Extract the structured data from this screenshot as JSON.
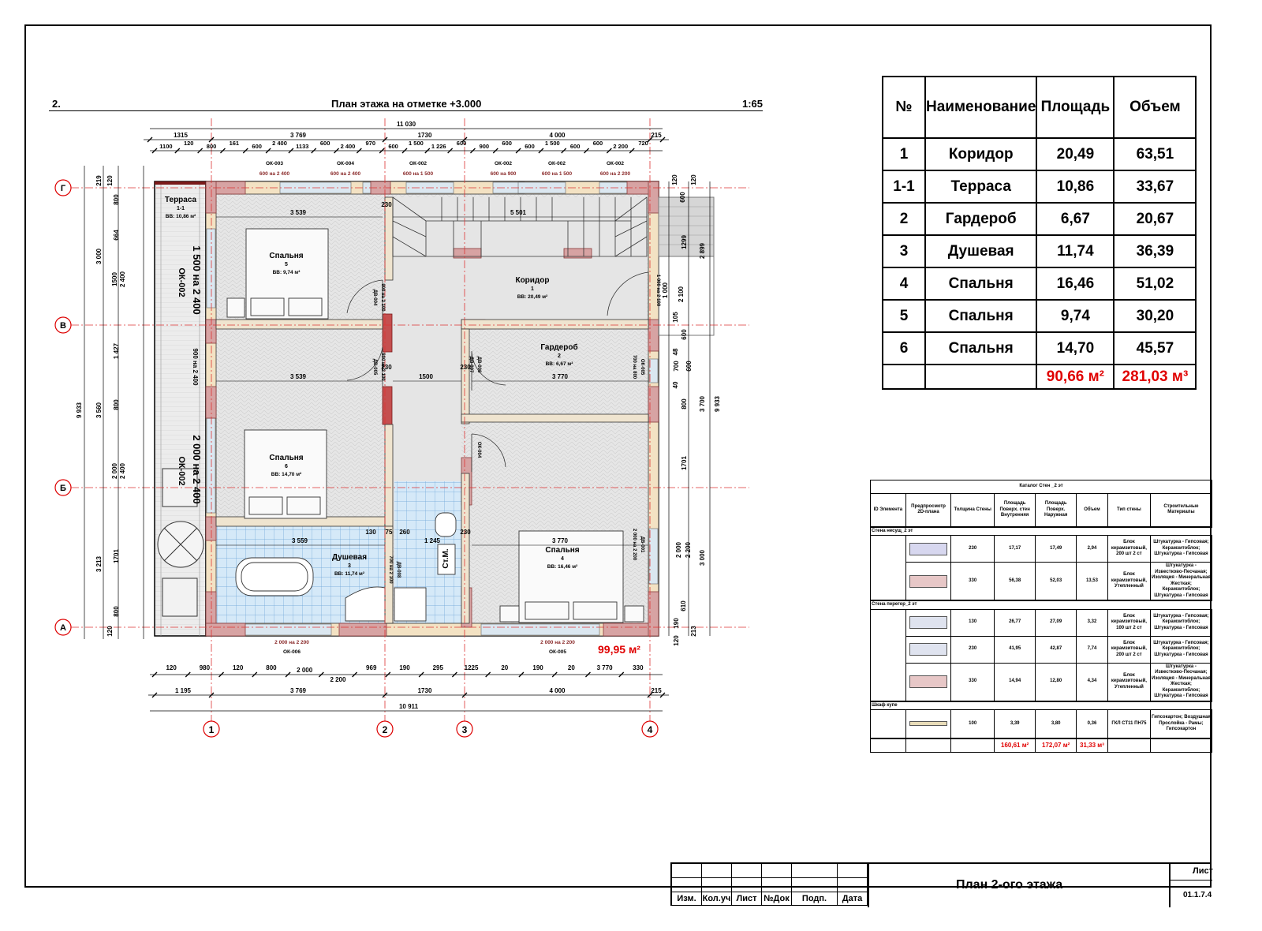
{
  "plan": {
    "number": "2.",
    "title": "План этажа на отметке +3.000",
    "scale": "1:65",
    "total_area": "99,95 м²",
    "axes_h": [
      "1",
      "2",
      "3",
      "4"
    ],
    "axes_v": [
      "Г",
      "В",
      "Б",
      "А"
    ],
    "rooms": [
      {
        "name": "Терраса",
        "num": "1-1",
        "area": "ВВ: 10,86 м²"
      },
      {
        "name": "Спальня",
        "num": "5",
        "area": "ВВ: 9,74 м²"
      },
      {
        "name": "Коридор",
        "num": "1",
        "area": "ВВ: 20,49 м²"
      },
      {
        "name": "Гардероб",
        "num": "2",
        "area": "ВВ: 6,67 м²"
      },
      {
        "name": "Спальня",
        "num": "6",
        "area": "ВВ: 14,70 м²"
      },
      {
        "name": "Душевая",
        "num": "3",
        "area": "ВВ: 11,74 м²"
      },
      {
        "name": "Спальня",
        "num": "4",
        "area": "ВВ: 16,46 м²"
      }
    ],
    "top_dims_1": [
      "1315",
      "3 769",
      "11 030",
      "1730",
      "4 000",
      "215"
    ],
    "top_dims_2": [
      "1100",
      "120",
      "800",
      "161",
      "600",
      "2 400",
      "1133",
      "600",
      "2 400",
      "970",
      "600",
      "1 500",
      "1 226",
      "600",
      "900",
      "600",
      "600",
      "1 500",
      "600",
      "600",
      "2 200",
      "720"
    ],
    "top_window_labels": [
      "ОК-003",
      "ОК-004",
      "ОК-002",
      "ОК-002",
      "ОК-002",
      "ОК-002"
    ],
    "top_window_sizes": [
      "600 на 2 400",
      "600 на 2 400",
      "600 на 1 500",
      "600 на 900",
      "600 на 1 500",
      "600 на 2 200"
    ],
    "bottom_dims_1": [
      "120",
      "980",
      "120",
      "800",
      "2 000",
      "2 200",
      "969",
      "190",
      "295",
      "1225",
      "20",
      "190",
      "20",
      "3 770",
      "330"
    ],
    "bottom_dims_2": [
      "1 195",
      "3 769",
      "1730",
      "4 000",
      "215"
    ],
    "bottom_total": "10 911",
    "bottom_window_labels": [
      "2 000 на 2 200",
      "ОК-006",
      "2 000 на 2 200",
      "ОК-005"
    ],
    "inner_dims": [
      "3 539",
      "230",
      "5 501",
      "3 539",
      "230",
      "1500",
      "230",
      "3 770",
      "3 559",
      "130",
      "75",
      "260",
      "1 245",
      "230",
      "3 770"
    ],
    "left_dims": [
      "219",
      "120",
      "800",
      "664",
      "3 000",
      "1500",
      "2 400",
      "1 427",
      "9 933",
      "3 560",
      "800",
      "2 000",
      "2 400",
      "3 213",
      "1701",
      "800",
      "120"
    ],
    "right_dims": [
      "120",
      "120",
      "600",
      "1299",
      "2 899",
      "1 000",
      "2 100",
      "105",
      "600",
      "48",
      "700",
      "600",
      "40",
      "800",
      "3 700",
      "1701",
      "9 933",
      "2 000",
      "2 200",
      "3 000",
      "610",
      "213",
      "190",
      "120"
    ],
    "side_windows": [
      "1 500 на 2 400",
      "ОК-002",
      "900 на 2 400",
      "2 000 на 2 400",
      "ОК-002"
    ],
    "door_tags": [
      "ДВ-004",
      "900 на 2 100",
      "ДВ-005",
      "800 на 2 100",
      "ДВ-006",
      "ДВ-007",
      "700 на 2 100",
      "ДВ-008",
      "ОК-004",
      "700 на 800",
      "ОК-005",
      "2 000 на 2 200",
      "ДВ-001",
      "1 000 на 2 100"
    ],
    "misc_labels": [
      "Ст.М."
    ]
  },
  "room_table": {
    "headers": [
      "№",
      "Наименование",
      "Площадь",
      "Объем"
    ],
    "rows": [
      [
        "1",
        "Коридор",
        "20,49",
        "63,51"
      ],
      [
        "1-1",
        "Терраса",
        "10,86",
        "33,67"
      ],
      [
        "2",
        "Гардероб",
        "6,67",
        "20,67"
      ],
      [
        "3",
        "Душевая",
        "11,74",
        "36,39"
      ],
      [
        "4",
        "Спальня",
        "16,46",
        "51,02"
      ],
      [
        "5",
        "Спальня",
        "9,74",
        "30,20"
      ],
      [
        "6",
        "Спальня",
        "14,70",
        "45,57"
      ]
    ],
    "total_area": "90,66 м²",
    "total_volume": "281,03 м³"
  },
  "wall_table": {
    "title": "Каталог Стен _2 эт",
    "headers": [
      "ID Элемента",
      "Предпросмотр 2D-плана",
      "Толщина Стены",
      "Площадь Поверх. стен Внутренняя",
      "Площадь Поверх. Наружная",
      "Объем",
      "Тип стены",
      "Строительные Материалы"
    ],
    "groups": [
      {
        "name": "Стена несущ_2 эт",
        "rows": [
          [
            "230",
            "17,17",
            "17,49",
            "2,94",
            "Блок керамзитовый, 200 шт 2 ст",
            "Штукатурка - Гипсовая; Керамзитоблок; Штукатурка - Гипсовая"
          ],
          [
            "330",
            "56,38",
            "52,03",
            "13,53",
            "Блок керамзитовый, Утепленный",
            "Штукатурка - Известково-Песчаная; Изоляция - Минеральная Жесткая; Керамзитоблок; Штукатурка - Гипсовая"
          ]
        ]
      },
      {
        "name": "Стена перегор_2 эт",
        "rows": [
          [
            "130",
            "26,77",
            "27,09",
            "3,32",
            "Блок керамзитовый, 100 шт 2 ст",
            "Штукатурка - Гипсовая; Керамзитоблок; Штукатурка - Гипсовая"
          ],
          [
            "230",
            "41,95",
            "42,87",
            "7,74",
            "Блок керамзитовый, 200 шт 2 ст",
            "Штукатурка - Гипсовая; Керамзитоблок; Штукатурка - Гипсовая"
          ],
          [
            "330",
            "14,94",
            "12,80",
            "4,34",
            "Блок керамзитовый, Утепленный",
            "Штукатурка - Известково-Песчаная; Изоляция - Минеральная Жесткая; Керамзитоблок; Штукатурка - Гипсовая"
          ]
        ]
      },
      {
        "name": "Шкаф купе",
        "rows": [
          [
            "100",
            "3,39",
            "3,80",
            "0,36",
            "ГКЛ СТ11 ПН75",
            "Гипсокартон; Воздушная Прослойка - Рамы; Гипсокартон"
          ]
        ]
      }
    ],
    "totals": [
      "160,61 м²",
      "172,07 м²",
      "31,33 м³"
    ]
  },
  "stamp": {
    "labels": [
      "Изм.",
      "Кол.уч",
      "Лист",
      "№Док",
      "Подп.",
      "Дата"
    ],
    "title": "План 2-ого этажа",
    "sheet_label": "Лист",
    "sheet_num": "01.1.7.4"
  },
  "colors": {
    "wall_fill": "#e7b9b9",
    "wall_stroke": "#b04040",
    "accent_red": "#e00000",
    "floor": "#e8e8e8",
    "tile": "#cfe5f7"
  }
}
